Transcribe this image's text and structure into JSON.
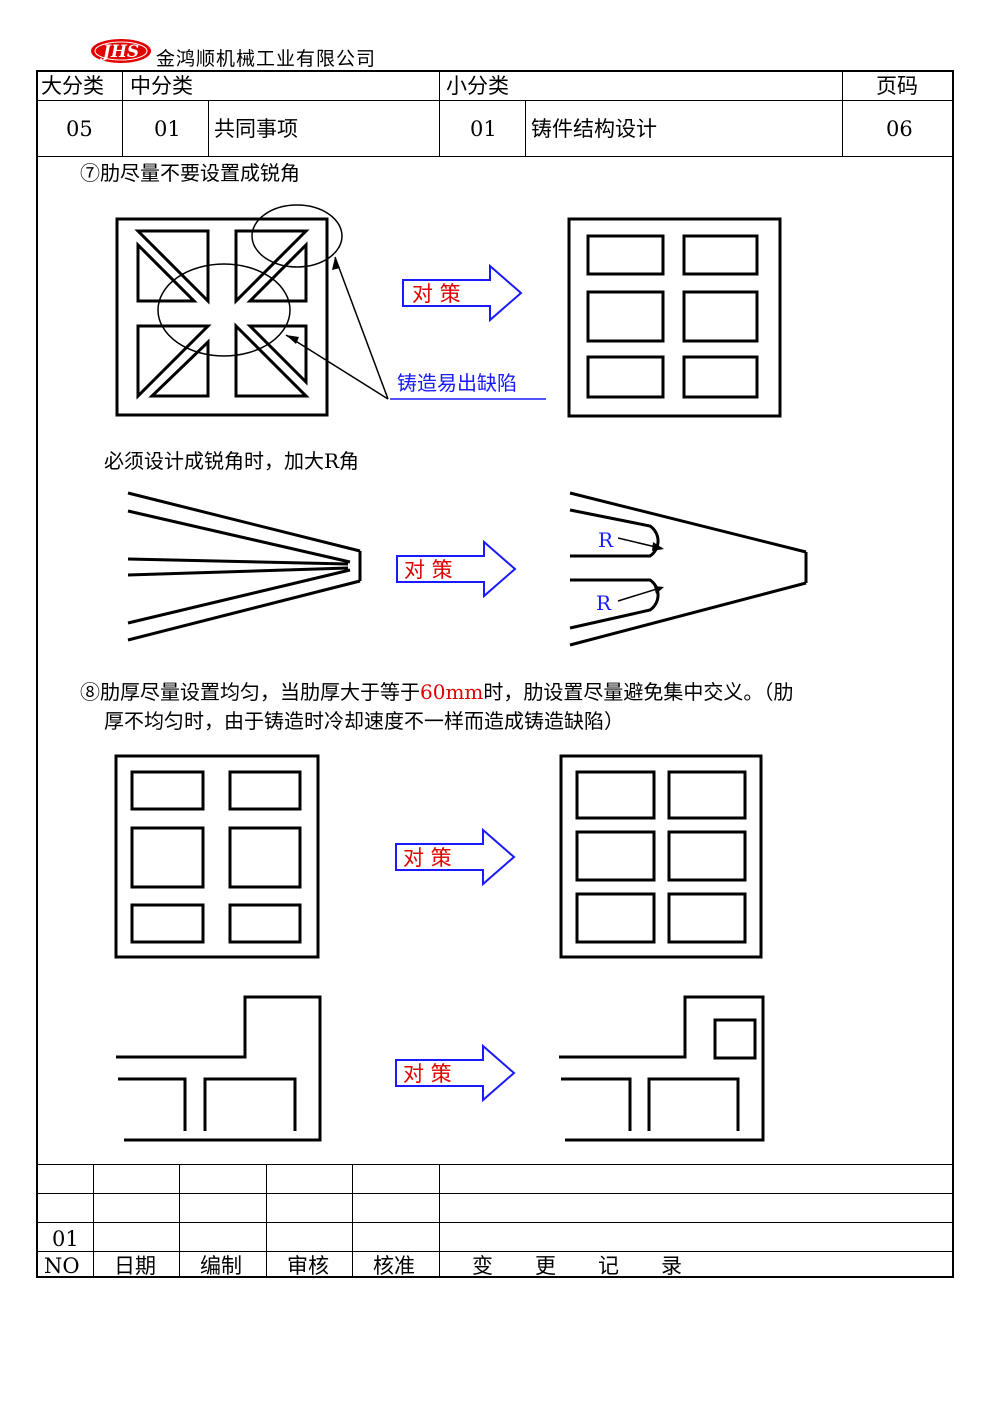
{
  "company": {
    "logo_text": "JHS",
    "name": "金鸿顺机械工业有限公司"
  },
  "header": {
    "labels": {
      "major": "大分类",
      "middle": "中分类",
      "minor": "小分类",
      "page": "页码"
    },
    "values": {
      "major": "05",
      "middle_code": "01",
      "middle_name": "共同事项",
      "minor_code": "01",
      "minor_name": "铸件结构设计",
      "page": "06"
    }
  },
  "section7": {
    "title": "⑦肋尽量不要设置成锐角",
    "defect_label": "铸造易出缺陷",
    "subtitle": "必须设计成锐角时，加大R角",
    "r_label": "R"
  },
  "section8": {
    "line1_before": "⑧肋厚尽量设置均匀，当肋厚大于等于",
    "line1_highlight": "60mm",
    "line1_after": "时，肋设置尽量避免集中交义。（肋",
    "line2": "厚不均匀时，由于铸造时冷却速度不一样而造成铸造缺陷）"
  },
  "countermeasure": "对 策",
  "colors": {
    "red": "#e00000",
    "blue": "#1a1aff"
  },
  "footer": {
    "row_number": "01",
    "headers": {
      "no": "NO_",
      "date": "日期",
      "edit": "编制",
      "review": "审核",
      "approve": "核准",
      "change_record": "变　　更　　记　　录"
    }
  }
}
